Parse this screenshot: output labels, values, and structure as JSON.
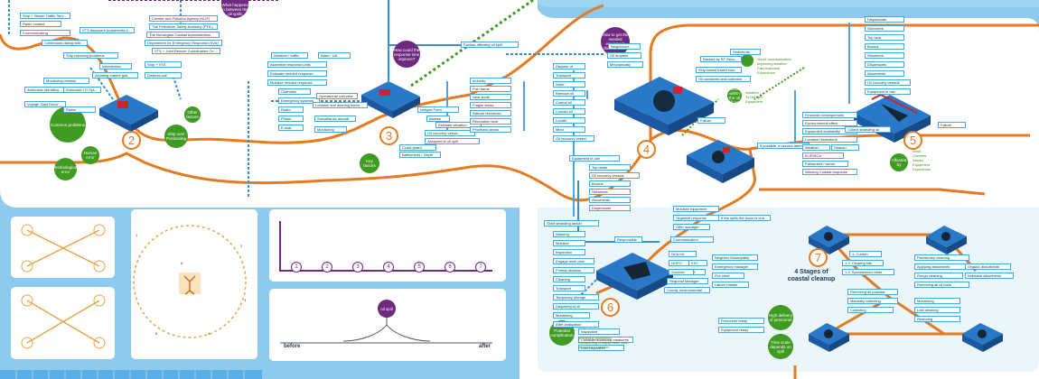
{
  "stages": [
    "2",
    "3",
    "4",
    "5",
    "6",
    "7"
  ],
  "stage_title": "4 Stages of coastal cleanup",
  "timeline": {
    "steps": [
      "1",
      "2",
      "3",
      "4",
      "5",
      "6",
      "7"
    ],
    "spill_label": "oil spill",
    "before": "before",
    "after": "after"
  },
  "circle_labels": [
    "1",
    "2",
    "3",
    "4",
    "5",
    "6"
  ],
  "s2": {
    "boxes": [
      "Ship + Vessel Traffic Service (VTS)",
      "Radio contact",
      "Communicating",
      "VTS discovers problematic situation",
      "Continuous dialog with VTS",
      "Ship reporting problems",
      "Intervention",
      "Avoiding marine grid",
      "Monitoring vessels",
      "Automatic Identification System (AIS)",
      "Automatic I.D System (AIS)",
      "Voyage Data Recorder (VDR)",
      "Radar"
    ],
    "green_main": "Common problems",
    "green_human": "Human error",
    "green_tech": "Technological error",
    "green_ship": "Ship over Positioning",
    "green_other": "Other factors",
    "orgs": [
      "Climate and Pollution Agency (KLIF)",
      "The Petroleum Safety Authority (PTIL)",
      "The Norwegian Coastal Administration",
      "Department for Emergency Response (KVA)",
      "VTS + Joint Rescue Coordination Centre (JRCC)",
      "Ship + VTS",
      "Distress call"
    ]
  },
  "s3": {
    "boxes": [
      "Weather / traffic",
      "Warn / UA",
      "Assemble response units",
      "Estimate needed response",
      "Mobilize needed response",
      "Channels",
      "Emergency systems",
      "Radio",
      "Phone",
      "E-mail",
      "Operational overview",
      "Location and defining factors affecting oil spill",
      "Surveillance aircraft",
      "Monitoring"
    ],
    "question": "How could the response time improve?",
    "key_factors": "Key factors",
    "factors_label": "Factors affecting oil spill",
    "coast_guard": "Coast guard",
    "depth": "Bathymetry / Depth",
    "observe": [
      "Integral Form",
      "Assess",
      "Estimate situation",
      "Oil recovery vessel",
      "Assigned to oil spill"
    ],
    "areas": [
      "Industry",
      "Fish farms",
      "Nest spots",
      "Fragile areas",
      "Natural resources",
      "Recreation land",
      "Prioritized areas"
    ]
  },
  "s4": {
    "question": "How to get the needed equipment there faster?",
    "top": [
      "Neighbours",
      "Oil droplets",
      "Mechanically"
    ],
    "col": [
      "Dispose of",
      "Transport",
      "Store",
      "Remove oil",
      "Control oil",
      "Contain oil",
      "Locate",
      "Mind",
      "Oil recovery vessel"
    ],
    "equip": [
      "Equipment in use",
      "Top lands",
      "Oil recovery vessels",
      "Booms",
      "Skimmers",
      "Absorbents",
      "Dispersants"
    ],
    "right": [
      "Sediments",
      "Backed by SF Recovery vessel",
      "Ship-towed towed solution",
      "Oil contained and collected onsite",
      "Failure",
      "Due to",
      "Collected within the oil spill zone"
    ],
    "callout": "If possible, a second attempt to collect oil at sea is started",
    "green": [
      "Weather",
      "To big spill",
      "Equipment"
    ],
    "green2": [
      "Good communication",
      "Improving weather",
      "Fast response",
      "Experience"
    ]
  },
  "s5": {
    "boxes": [
      "Dispersants",
      "Skimmers",
      "Top land",
      "Booms",
      "Skimmers",
      "Dispersants",
      "Absorbents",
      "Oil recovery vessels",
      "Equipment in use",
      "Financial consequences",
      "Environmental effect",
      "Equipment availability",
      "Location restrictions",
      "Weather",
      "Season",
      "KLIF/NCA",
      "Parliament / sector",
      "Warning Coastal response",
      "Collect stranding oil",
      "Failure"
    ],
    "green": "Affected by",
    "green_list": [
      "Wind",
      "Currents",
      "Waves",
      "Equipment",
      "Experience"
    ]
  },
  "s6": {
    "left": [
      "Shelf stranding tanker",
      "Warning",
      "Mobilize",
      "Inspection",
      "Engage work plan",
      "Formal decision",
      "Cleaning",
      "Transport",
      "Temporary storage",
      "Disposing of oil",
      "Monitoring",
      "After-evaluation",
      "Inspection",
      "Consider additional measures",
      "Last inspection"
    ],
    "responsible": "Responsible",
    "comm": [
      "Mobilize equipment",
      "Organize response",
      "Offer manager",
      "Communication",
      "Neighbor Municipality",
      "Emergency manager",
      "Fire chief",
      "Harbor master",
      "NCA Inf.",
      "NOFO",
      "KSC",
      "IUA",
      "Survivor",
      "Regional Manager",
      "County environmental department"
    ],
    "callout": "If the spills the focus is changed to land based oil spill response",
    "personnel": [
      "Personnel ready",
      "Equipment ready"
    ],
    "green": "Potential complication",
    "green_text": "Mobilizing personnel, transporting of equipment, and wheelchair facilities"
  },
  "s7": {
    "mid": [
      "1. Cordon",
      "1.2. Clearing site",
      "1.3. Spontaneous birds",
      "Removing all possible",
      "Manually collecting",
      "Collecting"
    ],
    "right": [
      "Preliminary cleaning",
      "Applying absorbents",
      "Organic absorbents",
      "Rough cleaning",
      "Industrial absorbents",
      "Removing all oil trails",
      "Monitoring",
      "Last cleaning",
      "Restoring"
    ],
    "green1": "High delivery of personnel",
    "green2": "Time scale depends on spill"
  },
  "top_purple": "What happens in between the oil spills"
}
